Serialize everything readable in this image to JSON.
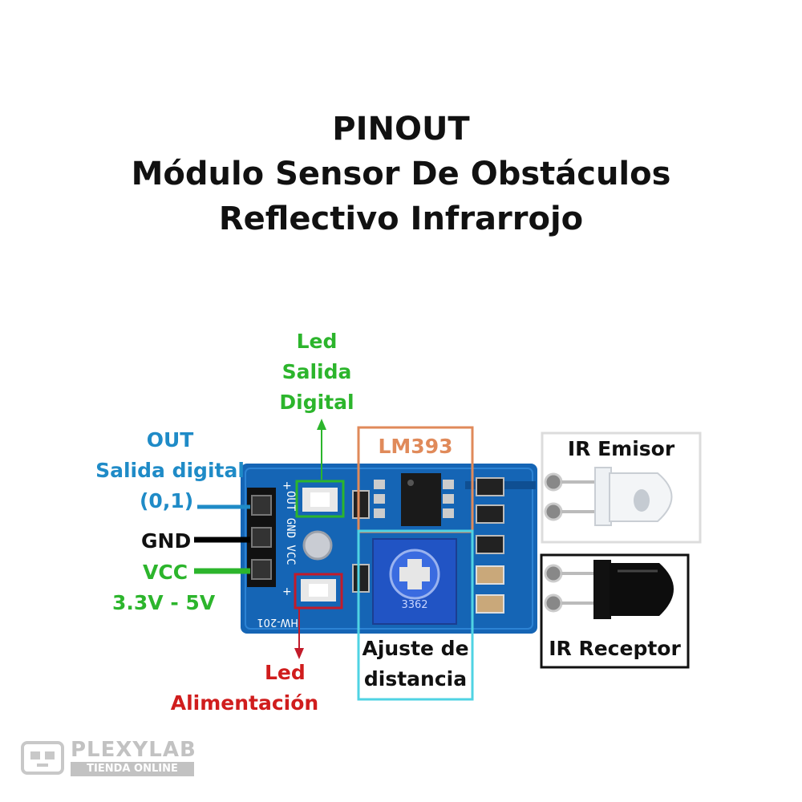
{
  "title": {
    "line1": "PINOUT",
    "line2": "Módulo Sensor De Obstáculos",
    "line3": "Reflectivo Infrarrojo"
  },
  "labels": {
    "led_salida": [
      "Led",
      "Salida",
      "Digital"
    ],
    "out": [
      "OUT",
      "Salida digital",
      "(0,1)"
    ],
    "gnd": "GND",
    "vcc": [
      "VCC",
      "3.3V - 5V"
    ],
    "lm393": "LM393",
    "ir_emisor": "IR Emisor",
    "ir_receptor": "IR Receptor",
    "ajuste": [
      "Ajuste de",
      "distancia"
    ],
    "led_alimentacion": [
      "Led",
      "Alimentación"
    ]
  },
  "board_text": {
    "pin_labels": "OUT GND VCC",
    "trimmer": "3362",
    "bottom_mark": "HW-201"
  },
  "watermark": {
    "brand": "PLEXYLAB",
    "tagline": "TIENDA ONLINE"
  },
  "colors": {
    "blue": "#1f8bc7",
    "green": "#2cb52c",
    "red": "#d01d1d",
    "orange": "#e08a5a",
    "cyan": "#4fd3e3",
    "pcb": "#1565b5"
  }
}
